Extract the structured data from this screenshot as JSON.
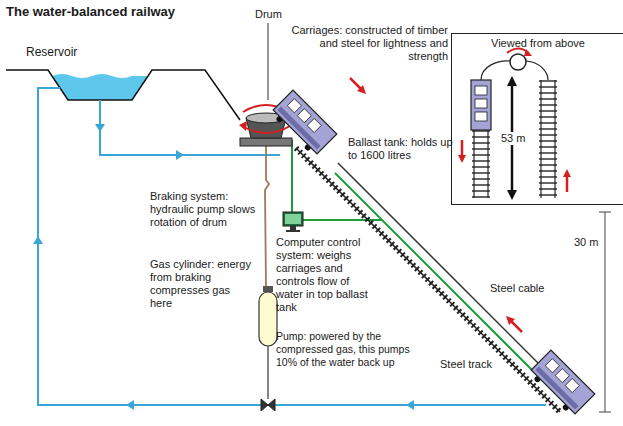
{
  "diagram": {
    "title": "The water-balanced railway",
    "nodes": [
      {
        "text": [
          "Viewed from above"
        ]
      }
    ],
    "labels": [
      "Reservoir",
      "Drum",
      "Carriages: constructed of timber and steel for lightness and strength",
      "Ballast tank: holds up to 1600 litres",
      "Braking system: hydraulic pump slows rotation of drum",
      "Computer control system: weighs carriages and controls flow of water in top ballast tank",
      "Gas cylinder: energy from braking compresses gas here",
      "Pump: powered by the compressed gas, this pumps 10% of the water back up",
      "Steel cable",
      "Steel track",
      "53 m",
      "30 m"
    ]
  }
}
